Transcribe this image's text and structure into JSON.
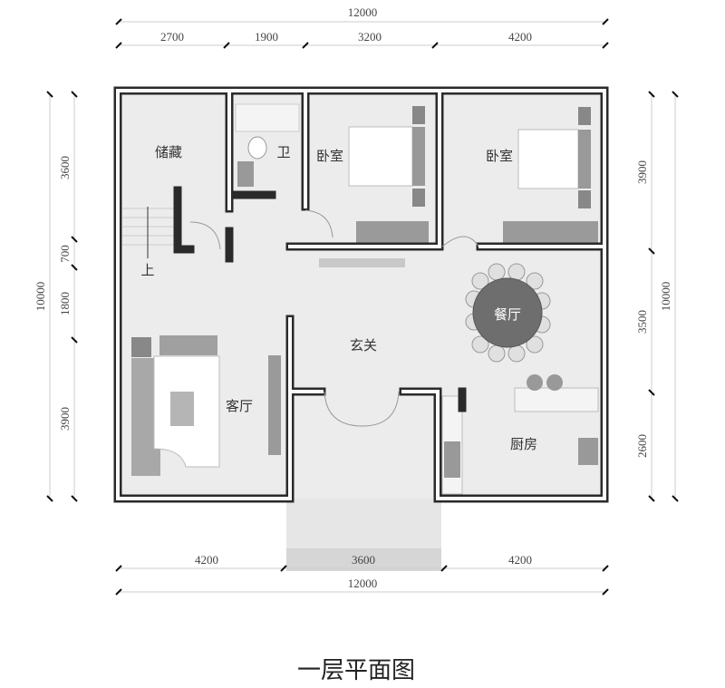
{
  "title": "一层平面图",
  "dimensions": {
    "top_total": "12000",
    "top_segments": [
      "2700",
      "1900",
      "3200",
      "4200"
    ],
    "bottom_segments": [
      "4200",
      "3600",
      "4200"
    ],
    "bottom_total": "12000",
    "left_segments": [
      "3600",
      "700",
      "1800",
      "3900"
    ],
    "left_total": "10000",
    "right_segments": [
      "3900",
      "3500",
      "2600"
    ],
    "right_total": "10000"
  },
  "rooms": {
    "storage": "储藏",
    "bathroom": "卫",
    "bedroom1": "卧室",
    "bedroom2": "卧室",
    "dining": "餐厅",
    "foyer": "玄关",
    "living": "客厅",
    "kitchen": "厨房",
    "stairs_up": "上"
  },
  "colors": {
    "wall": "#2a2a2a",
    "floor": "#ececec",
    "furniture": "#9a9a9a"
  }
}
